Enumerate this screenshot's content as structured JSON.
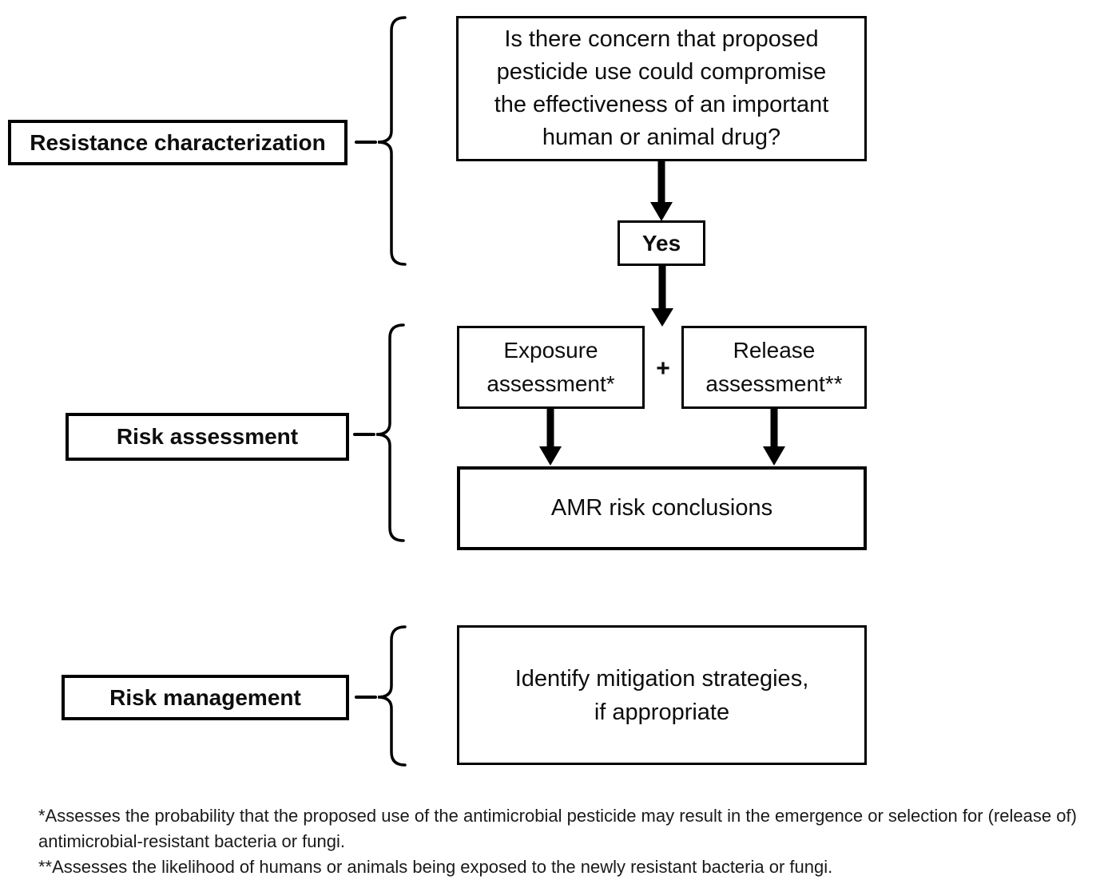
{
  "colors": {
    "ink": "#000000",
    "paper": "#ffffff"
  },
  "labels": {
    "resistance": "Resistance characterization",
    "risk_assessment": "Risk assessment",
    "risk_management": "Risk management"
  },
  "nodes": {
    "question": [
      "Is there concern that proposed",
      "pesticide use could compromise",
      "the effectiveness of an important",
      "human or animal drug?"
    ],
    "yes": "Yes",
    "exposure": [
      "Exposure",
      "assessment*"
    ],
    "plus": "+",
    "release": [
      "Release",
      "assessment**"
    ],
    "amr_conclusions": "AMR risk conclusions",
    "mitigation": [
      "Identify mitigation strategies,",
      "if appropriate"
    ]
  },
  "footnotes": [
    "*Assesses the probability that the proposed use of the antimicrobial pesticide may result in the emergence or selection for (release of) antimicrobial-resistant bacteria or fungi.",
    "**Assesses the likelihood of humans or animals being exposed to the newly resistant bacteria or fungi."
  ]
}
